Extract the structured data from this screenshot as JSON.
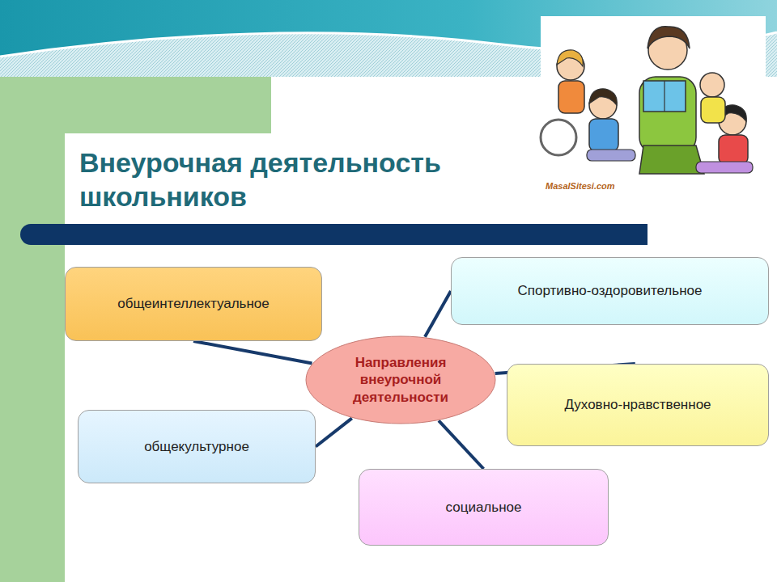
{
  "diagram": {
    "title": "Внеурочная деятельность школьников",
    "nodes": [
      {
        "text": [
          "общеинтеллектуальное"
        ]
      },
      {
        "text": [
          "Спортивно-оздоровительное"
        ]
      },
      {
        "text": [
          "Направления внеурочной деятельности"
        ]
      },
      {
        "text": [
          "Духовно-нравственное"
        ]
      },
      {
        "text": [
          "общекультурное"
        ]
      },
      {
        "text": [
          "социальное"
        ]
      }
    ],
    "edges": [
      {
        "from": 2,
        "to": 0,
        "arrow": "none"
      },
      {
        "from": 2,
        "to": 1,
        "arrow": "none"
      },
      {
        "from": 2,
        "to": 3,
        "arrow": "none"
      },
      {
        "from": 2,
        "to": 4,
        "arrow": "none"
      },
      {
        "from": 2,
        "to": 5,
        "arrow": "none"
      }
    ],
    "labels": [
      "MasalSitesi.com"
    ]
  }
}
